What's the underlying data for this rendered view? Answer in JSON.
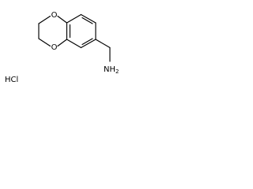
{
  "molecule": {
    "atom_labels": {
      "oxygen_top": "O",
      "oxygen_bottom": "O",
      "amine": "NH",
      "amine_subscript": "2"
    },
    "salt": "HCl"
  },
  "colors": {
    "background": "#ffffff",
    "ink": "#000000"
  }
}
